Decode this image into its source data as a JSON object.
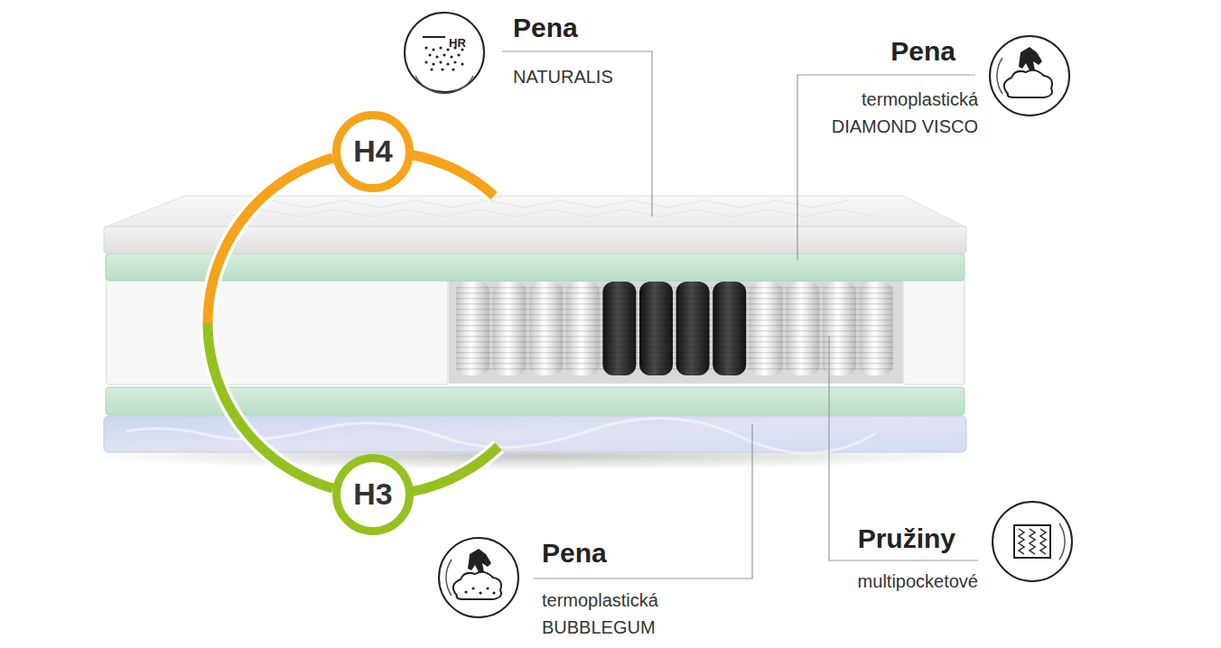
{
  "diagram": {
    "nodes": [
      {
        "text": [
          "H4"
        ]
      },
      {
        "text": [
          "H3"
        ]
      }
    ],
    "edges": [
      {
        "from": 0,
        "to": 1,
        "arrow": "none"
      }
    ],
    "labels": [
      "Pena",
      "NATURALIS",
      "Pena",
      "termoplastická DIAMOND VISCO",
      "Pena",
      "termoplastická BUBBLEGUM",
      "Pružiny",
      "multipocketové",
      "HR"
    ]
  }
}
